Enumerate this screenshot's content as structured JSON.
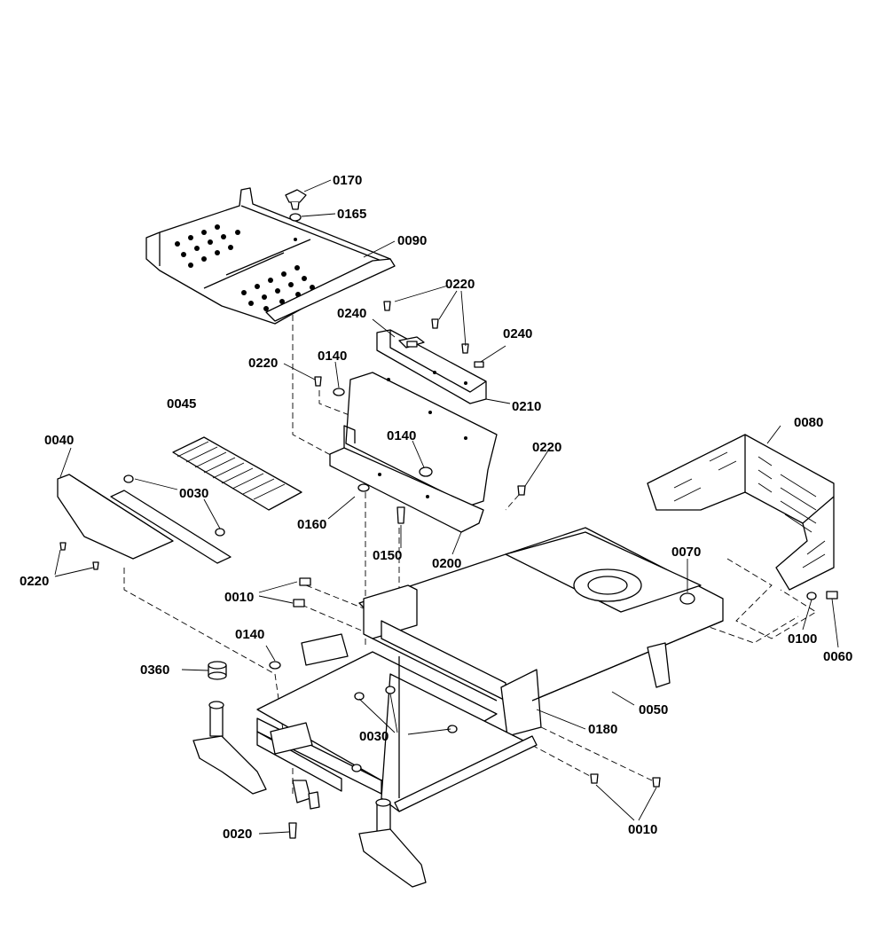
{
  "labels": {
    "p0170": "0170",
    "p0165": "0165",
    "p0090": "0090",
    "p0220_top": "0220",
    "p0240_left": "0240",
    "p0240_right": "0240",
    "p0220_mid": "0220",
    "p0140_mid": "0140",
    "p0210": "0210",
    "p0045": "0045",
    "p0140_plate": "0140",
    "p0040": "0040",
    "p0030_pan": "0030",
    "p0220_right": "0220",
    "p0080": "0080",
    "p0160": "0160",
    "p0220_left": "0220",
    "p0150": "0150",
    "p0200": "0200",
    "p0070": "0070",
    "p0010_top": "0010",
    "p0100": "0100",
    "p0060": "0060",
    "p0140_low": "0140",
    "p0360": "0360",
    "p0050": "0050",
    "p0030_frame": "0030",
    "p0180": "0180",
    "p0020": "0020",
    "p0010_bottom": "0010"
  }
}
